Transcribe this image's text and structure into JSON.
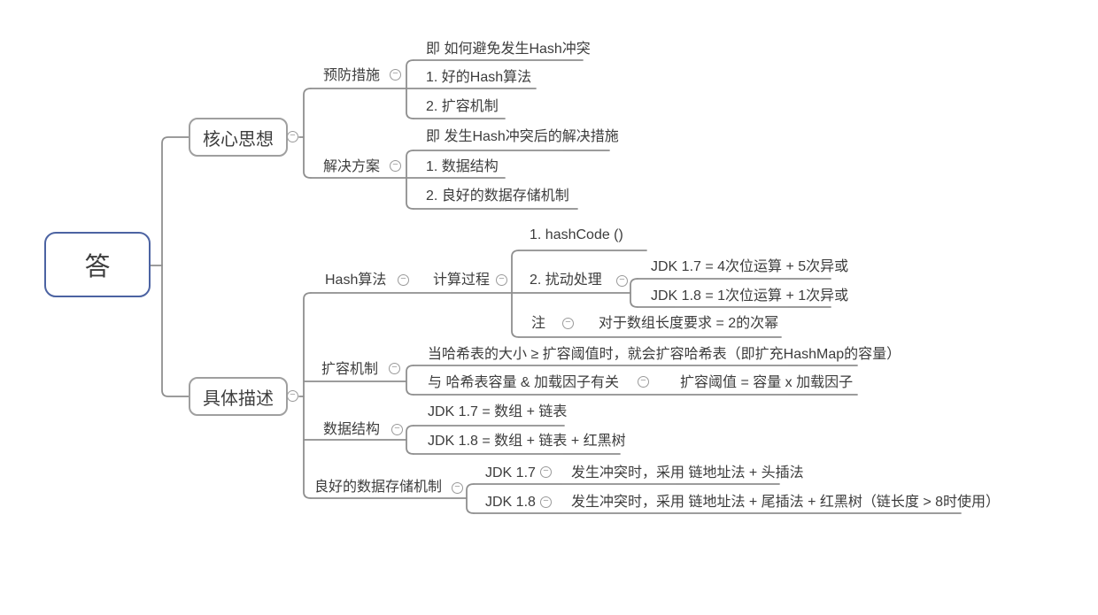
{
  "ui": {
    "collapse_glyph": "−"
  },
  "colors": {
    "root_border": "#4c63a2",
    "branch_border": "#9f9f9f",
    "line": "#8f8f8f",
    "text": "#3d3d3d"
  },
  "mindmap": {
    "root": "答",
    "core_idea": {
      "label": "核心思想",
      "prevention": {
        "label": "预防措施",
        "note": "即 如何避免发生Hash冲突",
        "item1": "1. 好的Hash算法",
        "item2": "2. 扩容机制"
      },
      "solution": {
        "label": "解决方案",
        "note": "即 发生Hash冲突后的解决措施",
        "item1": "1. 数据结构",
        "item2": "2. 良好的数据存储机制"
      }
    },
    "detail": {
      "label": "具体描述",
      "hash_algo": {
        "label": "Hash算法",
        "calc_process": {
          "label": "计算过程",
          "step1": "1. hashCode ()",
          "step2": {
            "label": "2. 扰动处理",
            "jdk17": "JDK 1.7 = 4次位运算 + 5次异或",
            "jdk18": "JDK 1.8 = 1次位运算 + 1次异或"
          },
          "note": {
            "label": "注",
            "detail": "对于数组长度要求 = 2的次幂"
          }
        }
      },
      "resize": {
        "label": "扩容机制",
        "when": "当哈希表的大小 ≥ 扩容阈值时，就会扩容哈希表（即扩充HashMap的容量）",
        "factors": {
          "label": "与 哈希表容量 & 加载因子有关",
          "threshold": "扩容阈值 = 容量 x 加载因子"
        }
      },
      "data_structure": {
        "label": "数据结构",
        "jdk17": "JDK 1.7 = 数组 + 链表",
        "jdk18": "JDK 1.8 =  数组 + 链表 + 红黑树"
      },
      "storage": {
        "label": "良好的数据存储机制",
        "jdk17": {
          "label": "JDK 1.7",
          "detail": "发生冲突时，采用 链地址法 + 头插法"
        },
        "jdk18": {
          "label": "JDK 1.8",
          "detail": "发生冲突时，采用 链地址法 + 尾插法 + 红黑树（链长度 > 8时使用）"
        }
      }
    }
  }
}
